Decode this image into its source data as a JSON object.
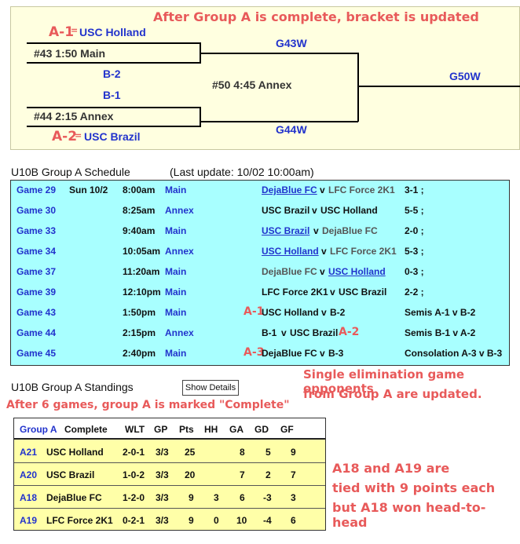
{
  "annotations": {
    "bracket_title": "After Group A is complete, bracket is updated",
    "a1": "A-1",
    "a2": "A-2",
    "r_a1": "A-1",
    "r_a2": "A-2",
    "r_a3": "A-3",
    "single_elim_1": "Single elimination game opponents",
    "single_elim_2": "from Group A are updated.",
    "complete": "After 6 games, group A is marked \"Complete\"",
    "tie_1": "A18 and A19 are",
    "tie_2": "tied with 9 points each",
    "tie_3": "but A18 won head-to-head",
    "color": "#e85a5a"
  },
  "bracket": {
    "top_team": "USC Holland",
    "top_game": "#43 1:50 Main",
    "b2": "B-2",
    "b1": "B-1",
    "bottom_game": "#44 2:15 Annex",
    "bottom_team": "USC Brazil",
    "g43w": "G43W",
    "g44w": "G44W",
    "semi_game": "#50 4:45 Annex",
    "g50w": "G50W"
  },
  "schedule": {
    "title": "U10B Group A Schedule",
    "last_update": "(Last update: 10/02 10:00am)",
    "rows": [
      {
        "game": "Game 29",
        "day": "Sun 10/2",
        "time": "8:00am",
        "field": "Main",
        "home": "DejaBlue FC",
        "v": "v",
        "away": "LFC Force 2K1",
        "result": "3-1 ;"
      },
      {
        "game": "Game 30",
        "day": "",
        "time": "8:25am",
        "field": "Annex",
        "home": "USC Brazil",
        "v": "v",
        "away": "USC Holland",
        "result": "5-5 ;"
      },
      {
        "game": "Game 33",
        "day": "",
        "time": "9:40am",
        "field": "Main",
        "home": "USC Brazil",
        "v": "v",
        "away": "DejaBlue FC",
        "result": "2-0 ;"
      },
      {
        "game": "Game 34",
        "day": "",
        "time": "10:05am",
        "field": "Annex",
        "home": "USC Holland",
        "v": "v",
        "away": "LFC Force 2K1",
        "result": "5-3 ;"
      },
      {
        "game": "Game 37",
        "day": "",
        "time": "11:20am",
        "field": "Main",
        "home": "DejaBlue FC",
        "v": "v",
        "away": "USC Holland",
        "result": "0-3 ;"
      },
      {
        "game": "Game 39",
        "day": "",
        "time": "12:10pm",
        "field": "Main",
        "home": "LFC Force 2K1",
        "v": "v",
        "away": "USC Brazil",
        "result": "2-2 ;"
      },
      {
        "game": "Game 43",
        "day": "",
        "time": "1:50pm",
        "field": "Main",
        "home": "USC Holland",
        "v": "v",
        "away": "B-2",
        "result": "Semis A-1 v B-2"
      },
      {
        "game": "Game 44",
        "day": "",
        "time": "2:15pm",
        "field": "Annex",
        "home": "B-1",
        "v": "v",
        "away": "USC Brazil",
        "result": "Semis B-1 v A-2"
      },
      {
        "game": "Game 45",
        "day": "",
        "time": "2:40pm",
        "field": "Main",
        "home": "DejaBlue FC",
        "v": "v",
        "away": "B-3",
        "result": "Consolation A-3 v B-3"
      }
    ]
  },
  "standings": {
    "title": "U10B Group A Standings",
    "show_details": "Show Details",
    "headers": {
      "group": "Group A",
      "status": "Complete",
      "wlt": "WLT",
      "gp": "GP",
      "pts": "Pts",
      "hh": "HH",
      "ga": "GA",
      "gd": "GD",
      "gf": "GF"
    },
    "rows": [
      {
        "id": "A21",
        "team": "USC Holland",
        "wlt": "2-0-1",
        "gp": "3/3",
        "pts": "25",
        "hh": "",
        "ga": "8",
        "gd": "5",
        "gf": "9"
      },
      {
        "id": "A20",
        "team": "USC Brazil",
        "wlt": "1-0-2",
        "gp": "3/3",
        "pts": "20",
        "hh": "",
        "ga": "7",
        "gd": "2",
        "gf": "7"
      },
      {
        "id": "A18",
        "team": "DejaBlue FC",
        "wlt": "1-2-0",
        "gp": "3/3",
        "pts": "9",
        "hh": "3",
        "ga": "6",
        "gd": "-3",
        "gf": "3"
      },
      {
        "id": "A19",
        "team": "LFC Force 2K1",
        "wlt": "0-2-1",
        "gp": "3/3",
        "pts": "9",
        "hh": "0",
        "ga": "10",
        "gd": "-4",
        "gf": "6"
      }
    ]
  }
}
